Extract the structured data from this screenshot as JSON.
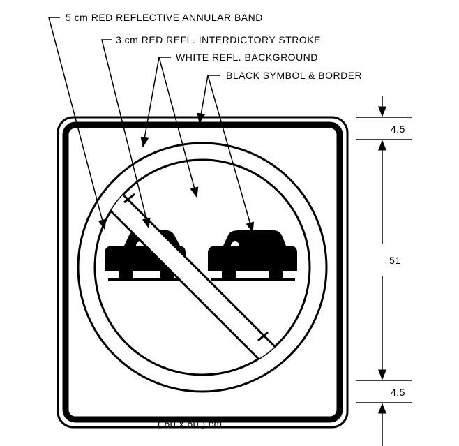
{
  "labels": {
    "annular_band": "5 cm RED REFLECTIVE ANNULAR BAND",
    "interdictory_stroke": "3 cm RED REFL. INTERDICTORY STROKE",
    "background": "WHITE REFL. BACKGROUND",
    "symbol_border": "BLACK SYMBOL & BORDER"
  },
  "dimensions": {
    "top_margin": "4.5",
    "height": "51",
    "bottom_margin": "4.5",
    "overall_size": "( 60 x 60 ) cm"
  },
  "colors": {
    "ink": "#000000",
    "paper": "#ffffff"
  }
}
